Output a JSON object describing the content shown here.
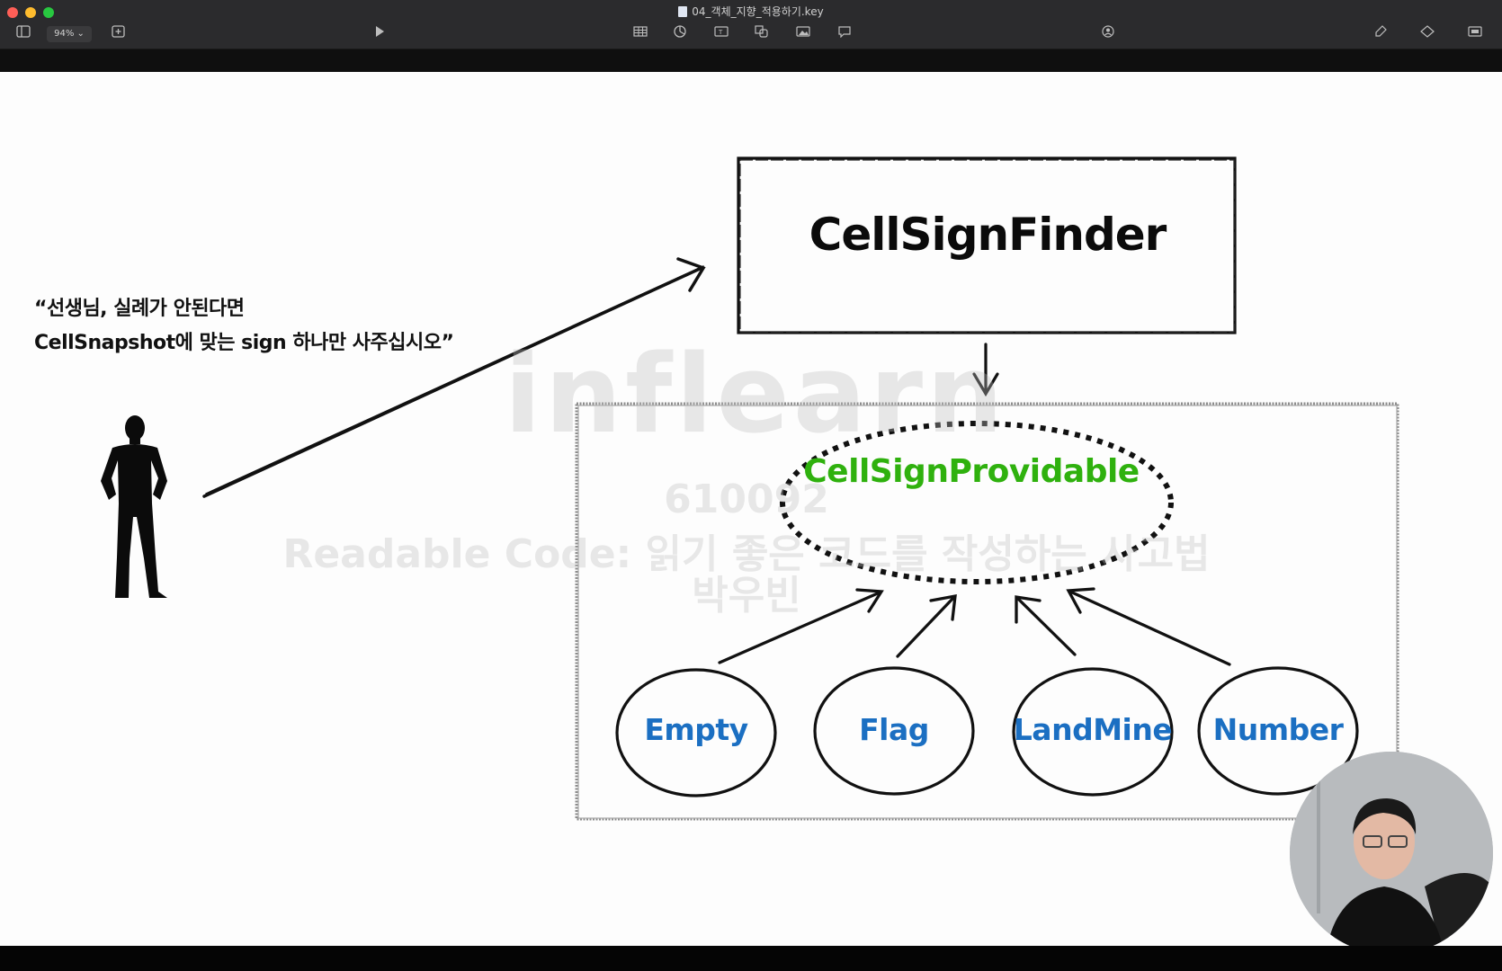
{
  "window": {
    "title": "04_객체_지향_적용하기.key",
    "zoom_label": "94%"
  },
  "toolbar": {
    "icons": [
      "sidebar-icon",
      "zoom-dropdown",
      "add-slide-icon",
      "play-icon",
      "table-icon",
      "chart-icon",
      "text-icon",
      "shape-icon",
      "media-icon",
      "comment-icon",
      "collaborate-icon",
      "format-icon",
      "animate-icon",
      "document-icon"
    ]
  },
  "slide": {
    "quote_line1": "“선생님, 실례가 안된다면",
    "quote_line2": "CellSnapshot에 맞는 sign 하나만 사주십시오”",
    "finder_label": "CellSignFinder",
    "provider_label": "CellSignProvidable",
    "leaves": [
      {
        "label": "Empty"
      },
      {
        "label": "Flag"
      },
      {
        "label": "LandMine"
      },
      {
        "label": "Number"
      }
    ],
    "colors": {
      "provider_text": "#2fb10e",
      "leaf_text": "#1b6fc2"
    }
  },
  "watermark": {
    "brand": "inflearn",
    "id": "610092",
    "course": "Readable Code: 읽기 좋은 코드를 작성하는 사고법",
    "author": "박우빈"
  }
}
